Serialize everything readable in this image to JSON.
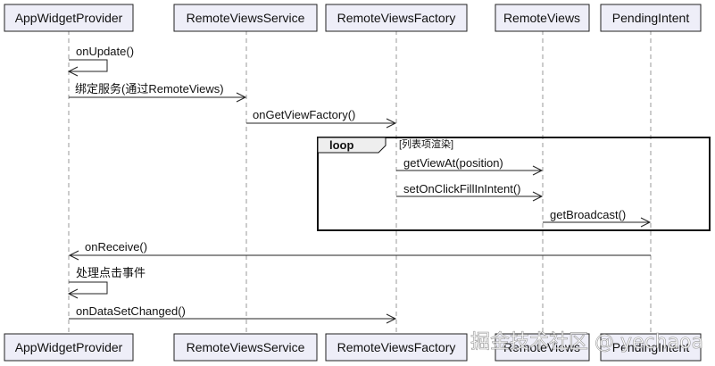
{
  "participants": [
    {
      "id": "awp",
      "label": "AppWidgetProvider"
    },
    {
      "id": "rvs",
      "label": "RemoteViewsService"
    },
    {
      "id": "rvf",
      "label": "RemoteViewsFactory"
    },
    {
      "id": "rv",
      "label": "RemoteViews"
    },
    {
      "id": "pi",
      "label": "PendingIntent"
    }
  ],
  "messages": [
    {
      "id": "m1",
      "label": "onUpdate()"
    },
    {
      "id": "m2",
      "label": "绑定服务(通过RemoteViews)"
    },
    {
      "id": "m3",
      "label": "onGetViewFactory()"
    },
    {
      "id": "m4",
      "label": "getViewAt(position)"
    },
    {
      "id": "m5",
      "label": "setOnClickFillInIntent()"
    },
    {
      "id": "m6",
      "label": "getBroadcast()"
    },
    {
      "id": "m7",
      "label": "onReceive()"
    },
    {
      "id": "m8",
      "label": "处理点击事件"
    },
    {
      "id": "m9",
      "label": "onDataSetChanged()"
    }
  ],
  "loop": {
    "keyword": "loop",
    "guard": "[列表项渲染]"
  },
  "watermark": "掘金技术社区 @ yechaoa"
}
